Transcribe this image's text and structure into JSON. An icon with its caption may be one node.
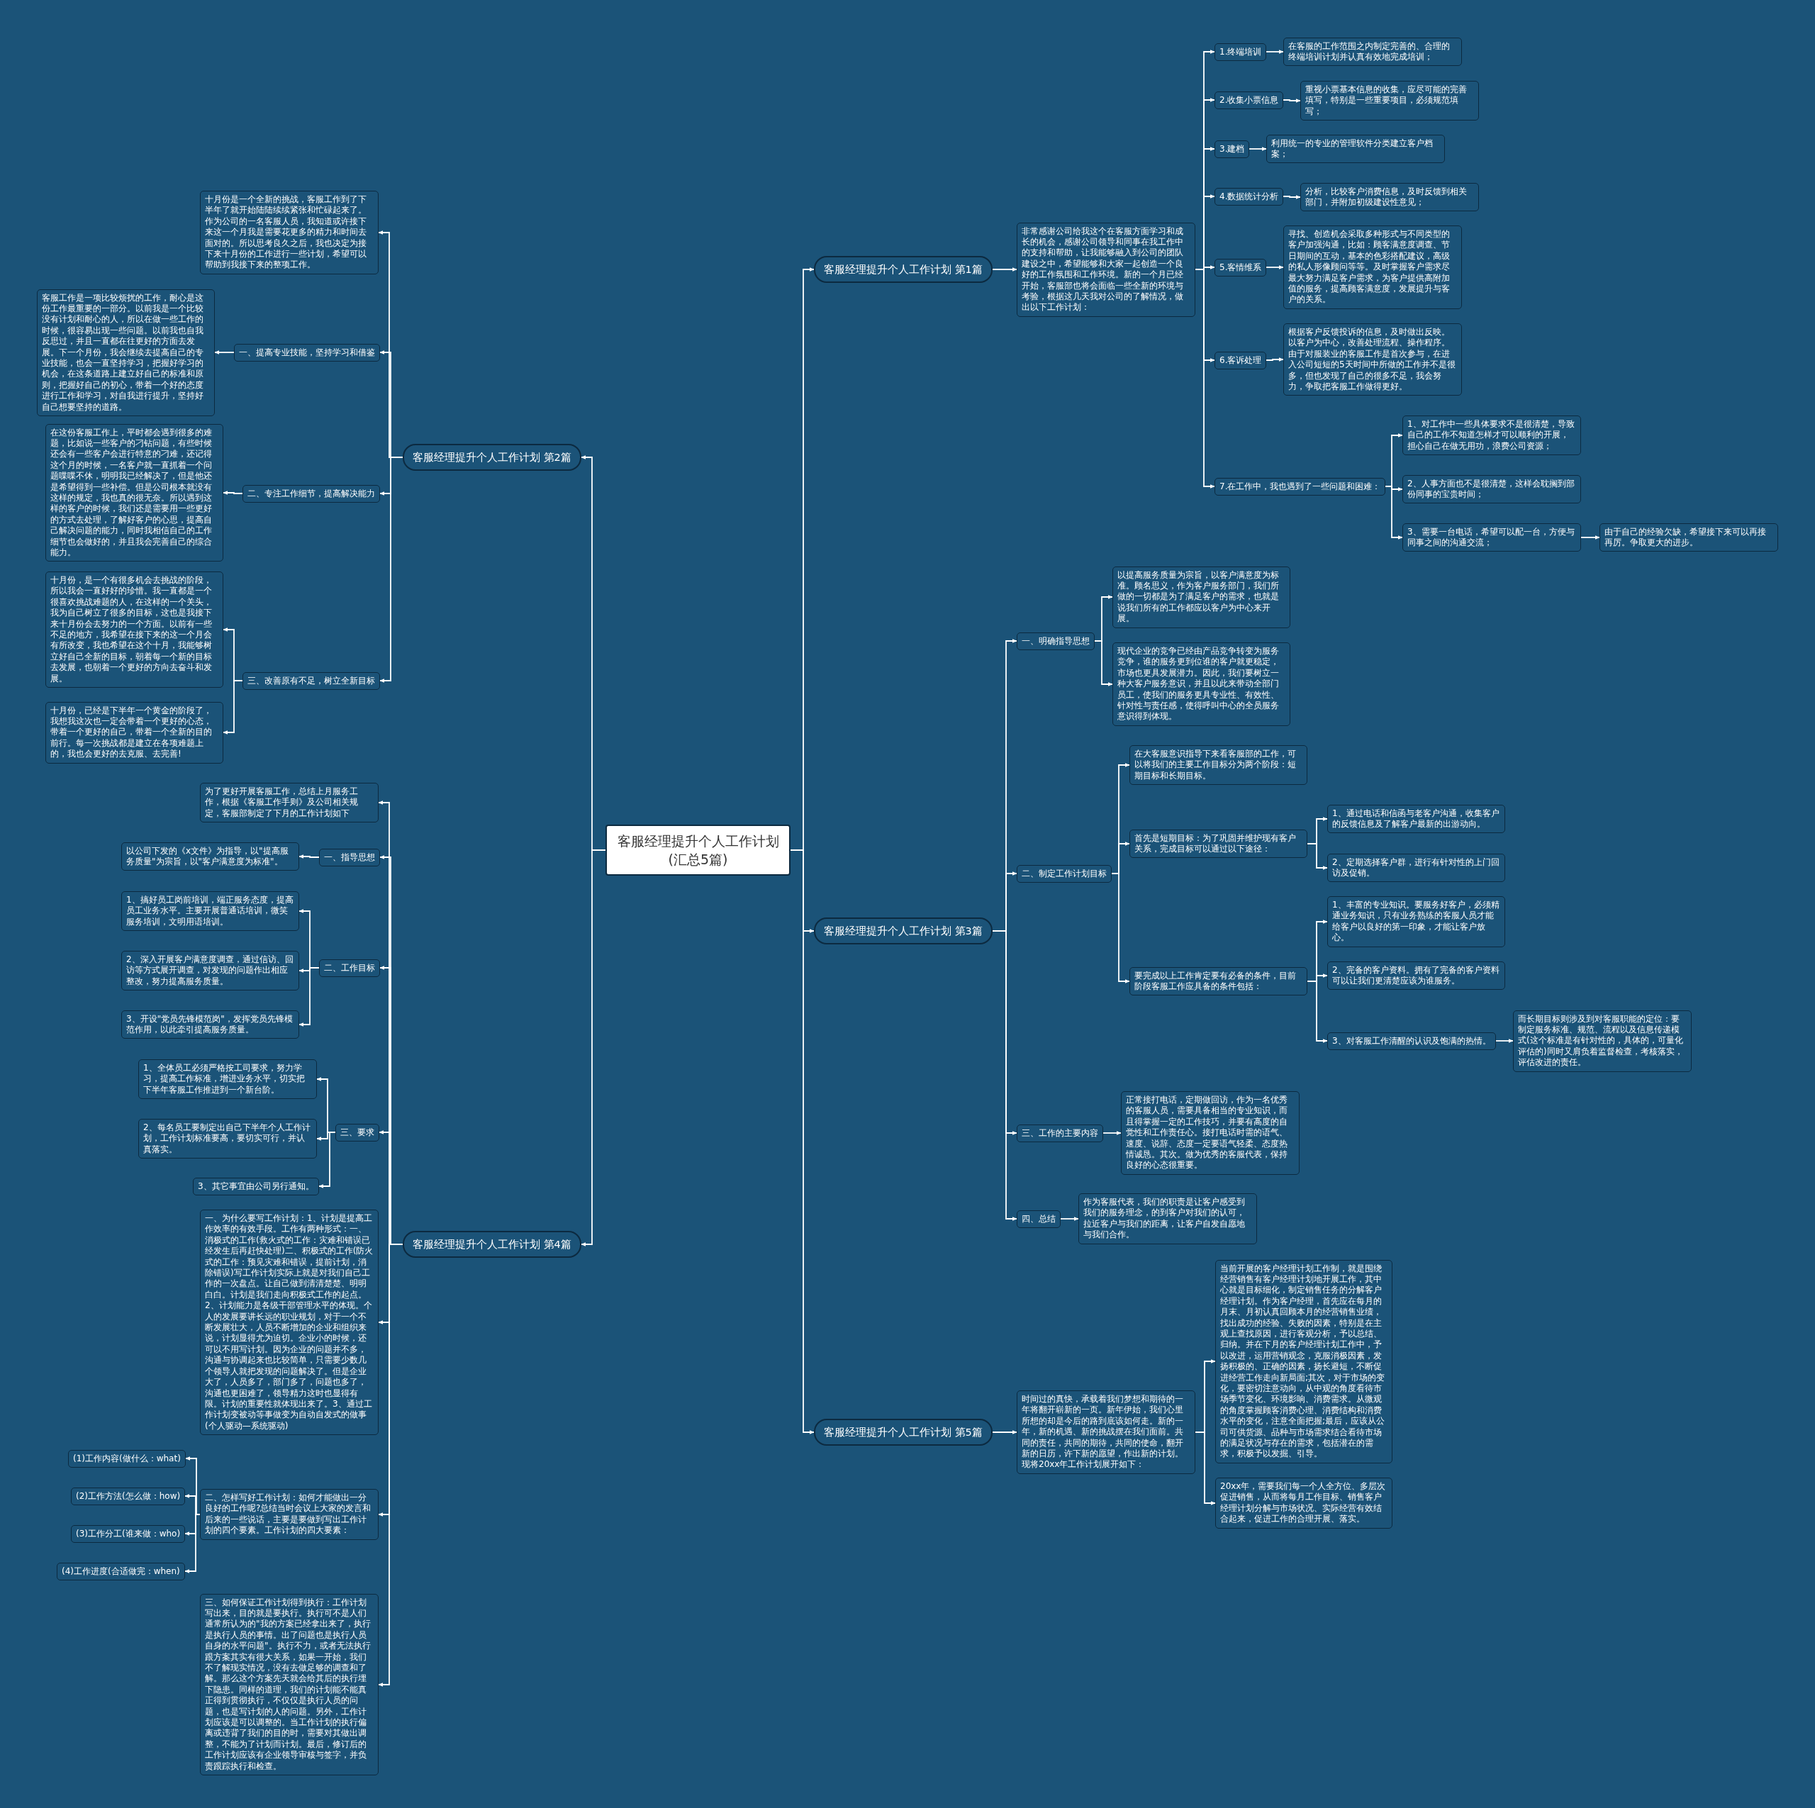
{
  "diagram": {
    "nodes": [
      {
        "text": [
          "客服经理提升个人工作计划(汇总5篇)"
        ]
      },
      {
        "text": [
          "客服经理提升个人工作计划 第1篇"
        ]
      },
      {
        "text": [
          "非常感谢公司给我这个在客服方面学习和成长的机会，感谢公司领导和同事在我工作中的支持和帮助，让我能够融入到公司的团队建设之中，希望能够和大家一起创造一个良好的工作氛围和工作环境。新的一个月已经开始，客服部也将会面临一些全新的环境与考验，根据这几天我对公司的了解情况，做出以下工作计划："
        ]
      },
      {
        "text": [
          "1.终端培训"
        ]
      },
      {
        "text": [
          "在客服的工作范围之内制定完善的、合理的终端培训计划并认真有效地完成培训；"
        ]
      },
      {
        "text": [
          "2.收集小票信息"
        ]
      },
      {
        "text": [
          "重视小票基本信息的收集，应尽可能的完善填写，特别是一些重要项目，必须规范填写；"
        ]
      },
      {
        "text": [
          "3.建档"
        ]
      },
      {
        "text": [
          "利用统一的专业的管理软件分类建立客户档案；"
        ]
      },
      {
        "text": [
          "4.数据统计分析"
        ]
      },
      {
        "text": [
          "分析，比较客户消费信息，及时反馈到相关部门，并附加初级建设性意见；"
        ]
      },
      {
        "text": [
          "5.客情维系"
        ]
      },
      {
        "text": [
          "寻找、创造机会采取多种形式与不同类型的客户加强沟通，比如：顾客满意度调查、节日期间的互动，基本的色彩搭配建议，高级的私人形像顾问等等。及时掌握客户需求尽最大努力满足客户需求，为客户提供高附加值的服务，提高顾客满意度，发展提升与客户的关系。"
        ]
      },
      {
        "text": [
          "6.客诉处理"
        ]
      },
      {
        "text": [
          "根据客户反馈投诉的信息，及时做出反映。以客户为中心，改善处理流程、操作程序。由于对服装业的客服工作是首次参与，在进入公司短短的5天时间中所做的工作并不是很多，但也发现了自己的很多不足，我会努力，争取把客服工作做得更好。"
        ]
      },
      {
        "text": [
          "7.在工作中，我也遇到了一些问题和困难："
        ]
      },
      {
        "text": [
          "1、对工作中一些具体要求不是很清楚，导致自己的工作不知道怎样才可以顺利的开展，担心自己在做无用功，浪费公司资源；"
        ]
      },
      {
        "text": [
          "2、人事方面也不是很清楚，这样会耽搁到部份同事的宝贵时间；"
        ]
      },
      {
        "text": [
          "3、需要一台电话，希望可以配一台，方便与同事之间的沟通交流；"
        ]
      },
      {
        "text": [
          "由于自己的经验欠缺，希望接下来可以再接再厉。争取更大的进步。"
        ]
      },
      {
        "text": [
          "客服经理提升个人工作计划 第2篇"
        ]
      },
      {
        "text": [
          "十月份是一个全新的挑战，客服工作到了下半年了就开始陆陆续续紧张和忙碌起来了。作为公司的一名客服人员，我知道或许接下来这一个月我是需要花更多的精力和时间去面对的。所以思考良久之后，我也决定为接下来十月份的工作进行一些计划，希望可以帮助到我接下来的整项工作。"
        ]
      },
      {
        "text": [
          "一、提高专业技能，坚持学习和借鉴"
        ]
      },
      {
        "text": [
          "客服工作是一项比较烦扰的工作，耐心是这份工作最重要的一部分。以前我是一个比较没有计划和耐心的人，所以在做一些工作的时候，很容易出现一些问题。以前我也自我反思过，并且一直都在往更好的方面去发展。下一个月份，我会继续去提高自己的专业技能，也会一直坚持学习，把握好学习的机会，在这条道路上建立好自己的标准和原则，把握好自己的初心，带着一个好的态度进行工作和学习，对自我进行提升，坚持好自己想要坚持的道路。"
        ]
      },
      {
        "text": [
          "二、专注工作细节，提高解决能力"
        ]
      },
      {
        "text": [
          "在这份客服工作上，平时都会遇到很多的难题，比如说一些客户的刁钻问题，有些时候还会有一些客户会进行特意的刁难，还记得这个月的时候，一名客户就一直抓着一个问题喋喋不休，明明我已经解决了，但是他还是希望得到一些补偿。但是公司根本就没有这样的规定，我也真的很无奈。所以遇到这样的客户的时候，我们还是需要用一些更好的方式去处理，了解好客户的心思，提高自己解决问题的能力，同时我相信自己的工作细节也会做好的，并且我会完善自己的综合能力。"
        ]
      },
      {
        "text": [
          "三、改善原有不足，树立全新目标"
        ]
      },
      {
        "text": [
          "十月份，是一个有很多机会去挑战的阶段，所以我会一直好好的珍惜。我一直都是一个很喜欢挑战难题的人，在这样的一个关头，我为自己树立了很多的目标，这也是我接下来十月份会去努力的一个方面。以前有一些不足的地方，我希望在接下来的这一个月会有所改变，我也希望在这个十月，我能够树立好自己全新的目标，朝着每一个新的目标去发展，也朝着一个更好的方向去奋斗和发展。"
        ]
      },
      {
        "text": [
          "十月份，已经是下半年一个黄金的阶段了，我想我这次也一定会带着一个更好的心态，带着一个更好的自己，带着一个全新的目的前行。每一次挑战都是建立在各项难题上的，我也会更好的去克服、去完善!"
        ]
      },
      {
        "text": [
          "客服经理提升个人工作计划 第3篇"
        ]
      },
      {
        "text": [
          "一、明确指导思想"
        ]
      },
      {
        "text": [
          "以提高服务质量为宗旨，以客户满意度为标准。顾名思义，作为客户服务部门，我们所做的一切都是为了满足客户的需求，也就是说我们所有的工作都应以客户为中心来开展。"
        ]
      },
      {
        "text": [
          "现代企业的竞争已经由产品竞争转变为服务竞争，谁的服务更到位谁的客户就更稳定，市场也更具发展潜力。因此，我们要树立一种大客户服务意识，并且以此来带动全部门员工，使我们的服务更具专业性、有效性、针对性与责任感，使得呼叫中心的全员服务意识得到体现。"
        ]
      },
      {
        "text": [
          "二、制定工作计划目标"
        ]
      },
      {
        "text": [
          "在大客服意识指导下来看客服部的工作，可以将我们的主要工作目标分为两个阶段：短期目标和长期目标。"
        ]
      },
      {
        "text": [
          "首先是短期目标：为了巩固并维护现有客户关系，完成目标可以通过以下途径："
        ]
      },
      {
        "text": [
          "1、通过电话和信函与老客户沟通，收集客户的反馈信息及了解客户最新的出游动向。"
        ]
      },
      {
        "text": [
          "2、定期选择客户群，进行有针对性的上门回访及促销。"
        ]
      },
      {
        "text": [
          "要完成以上工作肯定要有必备的条件，目前阶段客服工作应具备的条件包括："
        ]
      },
      {
        "text": [
          "1、丰富的专业知识。要服务好客户，必须精通业务知识，只有业务熟练的客服人员才能给客户以良好的第一印象，才能让客户放心。"
        ]
      },
      {
        "text": [
          "2、完备的客户资料。拥有了完备的客户资料可以让我们更清楚应该为谁服务。"
        ]
      },
      {
        "text": [
          "3、对客服工作清醒的认识及饱满的热情。"
        ]
      },
      {
        "text": [
          "而长期目标则涉及到对客服职能的定位：要制定服务标准、规范、流程以及信息传递模式(这个标准是有针对性的，具体的，可量化评估的)同时又肩负着监督检查，考核落实，评估改进的责任。"
        ]
      },
      {
        "text": [
          "三、工作的主要内容"
        ]
      },
      {
        "text": [
          "正常接打电话，定期做回访，作为一名优秀的客服人员，需要具备相当的专业知识，而且得掌握一定的工作技巧，并要有高度的自觉性和工作责任心。接打电话时需的语气、速度、说辞、态度一定要语气轻柔、态度热情诚恳。其次。做为优秀的客服代表，保持良好的心态很重要。"
        ]
      },
      {
        "text": [
          "四、总结"
        ]
      },
      {
        "text": [
          "作为客服代表，我们的职责是让客户感受到我们的服务理念，的到客户对我们的认可，拉近客户与我们的距离，让客户自发自愿地与我们合作。"
        ]
      },
      {
        "text": [
          "客服经理提升个人工作计划 第4篇"
        ]
      },
      {
        "text": [
          "为了更好开展客服工作，总结上月服务工作，根据《客服工作手则》及公司相关规定，客服部制定了下月的工作计划如下"
        ]
      },
      {
        "text": [
          "一、指导思想"
        ]
      },
      {
        "text": [
          "以公司下发的《x文件》为指导，以\"提高服务质量\"为宗旨，以\"客户满意度为标准\"。"
        ]
      },
      {
        "text": [
          "二、工作目标"
        ]
      },
      {
        "text": [
          "1、搞好员工岗前培训，端正服务态度，提高员工业务水平。主要开展普通话培训，微笑服务培训，文明用语培训。"
        ]
      },
      {
        "text": [
          "2、深入开展客户满意度调查，通过信访、回访等方式展开调查，对发现的问题作出相应整改，努力提高服务质量。"
        ]
      },
      {
        "text": [
          "3、开设\"党员先锋模范岗\"，发挥党员先锋模范作用，以此牵引提高服务质量。"
        ]
      },
      {
        "text": [
          "三、要求"
        ]
      },
      {
        "text": [
          "1、全体员工必须严格按工司要求，努力学习，提高工作标准，增进业务水平，切实把下半年客服工作推进到一个新台阶。"
        ]
      },
      {
        "text": [
          "2、每名员工要制定出自己下半年个人工作计划，工作计划标准要高，要切实可行，并认真落实。"
        ]
      },
      {
        "text": [
          "3、其它事宜由公司另行通知。"
        ]
      },
      {
        "text": [
          "一、为什么要写工作计划：1、计划是提高工作效率的有效手段。工作有两种形式：一、消极式的工作(救火式的工作：灾难和错误已经发生后再赶快处理)二、积极式的工作(防火式的工作：预见灾难和错误，提前计划，消除错误)写工作计划实际上就是对我们自己工作的一次盘点。让自己做到清清楚楚、明明白白。计划是我们走向积极式工作的起点。2、计划能力是各级干部管理水平的体现。个人的发展要讲长远的职业规划，对于一个不断发展壮大，人员不断增加的企业和组织来说，计划显得尤为迫切。企业小的时候，还可以不用写计划。因为企业的问题并不多，沟通与协调起来也比较简单，只需要少数几个领导人就把发现的问题解决了。但是企业大了，人员多了，部门多了，问题也多了，沟通也更困难了，领导精力这时也显得有限。计划的重要性就体现出来了。3、通过工作计划变被动等事做变为自动自发式的做事(个人驱动—系统驱动)"
        ]
      },
      {
        "text": [
          "二、怎样写好工作计划：如何才能做出一分良好的工作呢?总结当时会议上大家的发言和后来的一些说话，主要是要做到写出工作计划的四个要素。工作计划的四大要素："
        ]
      },
      {
        "text": [
          "(1)工作内容(做什么：what)"
        ]
      },
      {
        "text": [
          "(2)工作方法(怎么做：how)"
        ]
      },
      {
        "text": [
          "(3)工作分工(谁来做：who)"
        ]
      },
      {
        "text": [
          "(4)工作进度(合适做完：when)"
        ]
      },
      {
        "text": [
          "三、如何保证工作计划得到执行：工作计划写出来，目的就是要执行。执行可不是人们通常所认为的\"我的方案已经拿出来了，执行是执行人员的事情。出了问题也是执行人员自身的水平问题\"。执行不力，或者无法执行跟方案其实有很大关系，如果一开始，我们不了解现实情况，没有去做足够的调查和了解。那么这个方案先天就会给其后的执行埋下隐患。同样的道理，我们的计划能不能真正得到贯彻执行，不仅仅是执行人员的问题，也是写计划的人的问题。另外，工作计划应该是可以调整的。当工作计划的执行偏离或违背了我们的目的时，需要对其做出调整，不能为了计划而计划。最后，修订后的工作计划应该有企业领导审核与签字，并负责跟踪执行和检查。"
        ]
      },
      {
        "text": [
          "客服经理提升个人工作计划 第5篇"
        ]
      },
      {
        "text": [
          "时间过的真快，承载着我们梦想和期待的一年将翻开崭新的一页。新年伊始，我们心里所想的却是今后的路到底该如何走。新的一年，新的机遇、新的挑战摆在我们面前。共同的责任，共同的期待，共同的使命，翻开新的日历，许下新的愿望，作出新的计划。现将20xx年工作计划展开如下："
        ]
      },
      {
        "text": [
          "当前开展的客户经理计划工作制，就是围绕经营销售有客户经理计划地开展工作，其中心就是目标细化，制定销售任务的分解客户经理计划。作为客户经理，首先应在每月的月末、月初认真回顾本月的经营销售业绩，找出成功的经验、失败的因素，特别是在主观上查找原因，进行客观分析，予以总结、归纳。并在下月的客户经理计划工作中，予以改进，运用营销观念，克服消极因素，发扬积极的、正确的因素，扬长避短，不断促进经营工作走向新局面;其次，对于市场的变化，要密切注意动向，从中观的角度看待市场季节变化、环境影响、消费需求。从微观的角度掌握顾客消费心理、消费结构和消费水平的变化，注意全面把握;最后，应该从公司可供货源、品种与市场需求结合看待市场的满足状况与存在的需求，包括潜在的需求，积极予以发掘、引导。"
        ]
      },
      {
        "text": [
          "20xx年，需要我们每一个人全方位、多层次促进销售，从而将每月工作目标、销售客户经理计划分解与市场状况、实际经营有效结合起来，促进工作的合理开展、落实。"
        ]
      }
    ],
    "edges": [
      {
        "from": 0,
        "to": 1,
        "arrow": "to"
      },
      {
        "from": 0,
        "to": 20,
        "arrow": "to"
      },
      {
        "from": 0,
        "to": 29,
        "arrow": "to"
      },
      {
        "from": 0,
        "to": 47,
        "arrow": "to"
      },
      {
        "from": 0,
        "to": 66,
        "arrow": "to"
      },
      {
        "from": 1,
        "to": 2,
        "arrow": "to"
      },
      {
        "from": 2,
        "to": 3,
        "arrow": "to"
      },
      {
        "from": 2,
        "to": 5,
        "arrow": "to"
      },
      {
        "from": 2,
        "to": 7,
        "arrow": "to"
      },
      {
        "from": 2,
        "to": 9,
        "arrow": "to"
      },
      {
        "from": 2,
        "to": 11,
        "arrow": "to"
      },
      {
        "from": 2,
        "to": 13,
        "arrow": "to"
      },
      {
        "from": 2,
        "to": 15,
        "arrow": "to"
      },
      {
        "from": 3,
        "to": 4,
        "arrow": "to"
      },
      {
        "from": 5,
        "to": 6,
        "arrow": "to"
      },
      {
        "from": 7,
        "to": 8,
        "arrow": "to"
      },
      {
        "from": 9,
        "to": 10,
        "arrow": "to"
      },
      {
        "from": 11,
        "to": 12,
        "arrow": "to"
      },
      {
        "from": 13,
        "to": 14,
        "arrow": "to"
      },
      {
        "from": 15,
        "to": 16,
        "arrow": "to"
      },
      {
        "from": 15,
        "to": 17,
        "arrow": "to"
      },
      {
        "from": 15,
        "to": 18,
        "arrow": "to"
      },
      {
        "from": 18,
        "to": 19,
        "arrow": "to"
      },
      {
        "from": 20,
        "to": 21,
        "arrow": "to"
      },
      {
        "from": 20,
        "to": 22,
        "arrow": "to"
      },
      {
        "from": 20,
        "to": 24,
        "arrow": "to"
      },
      {
        "from": 20,
        "to": 26,
        "arrow": "to"
      },
      {
        "from": 22,
        "to": 23,
        "arrow": "to"
      },
      {
        "from": 24,
        "to": 25,
        "arrow": "to"
      },
      {
        "from": 26,
        "to": 27,
        "arrow": "to"
      },
      {
        "from": 26,
        "to": 28,
        "arrow": "to"
      },
      {
        "from": 29,
        "to": 30,
        "arrow": "to"
      },
      {
        "from": 29,
        "to": 33,
        "arrow": "to"
      },
      {
        "from": 29,
        "to": 43,
        "arrow": "to"
      },
      {
        "from": 29,
        "to": 45,
        "arrow": "to"
      },
      {
        "from": 30,
        "to": 31,
        "arrow": "to"
      },
      {
        "from": 30,
        "to": 32,
        "arrow": "to"
      },
      {
        "from": 33,
        "to": 34,
        "arrow": "to"
      },
      {
        "from": 33,
        "to": 35,
        "arrow": "to"
      },
      {
        "from": 33,
        "to": 38,
        "arrow": "to"
      },
      {
        "from": 35,
        "to": 36,
        "arrow": "to"
      },
      {
        "from": 35,
        "to": 37,
        "arrow": "to"
      },
      {
        "from": 38,
        "to": 39,
        "arrow": "to"
      },
      {
        "from": 38,
        "to": 40,
        "arrow": "to"
      },
      {
        "from": 38,
        "to": 41,
        "arrow": "to"
      },
      {
        "from": 41,
        "to": 42,
        "arrow": "to"
      },
      {
        "from": 43,
        "to": 44,
        "arrow": "to"
      },
      {
        "from": 45,
        "to": 46,
        "arrow": "to"
      },
      {
        "from": 47,
        "to": 48,
        "arrow": "to"
      },
      {
        "from": 47,
        "to": 49,
        "arrow": "to"
      },
      {
        "from": 47,
        "to": 51,
        "arrow": "to"
      },
      {
        "from": 47,
        "to": 55,
        "arrow": "to"
      },
      {
        "from": 47,
        "to": 59,
        "arrow": "to"
      },
      {
        "from": 47,
        "to": 60,
        "arrow": "to"
      },
      {
        "from": 47,
        "to": 65,
        "arrow": "to"
      },
      {
        "from": 49,
        "to": 50,
        "arrow": "to"
      },
      {
        "from": 51,
        "to": 52,
        "arrow": "to"
      },
      {
        "from": 51,
        "to": 53,
        "arrow": "to"
      },
      {
        "from": 51,
        "to": 54,
        "arrow": "to"
      },
      {
        "from": 55,
        "to": 56,
        "arrow": "to"
      },
      {
        "from": 55,
        "to": 57,
        "arrow": "to"
      },
      {
        "from": 55,
        "to": 58,
        "arrow": "to"
      },
      {
        "from": 60,
        "to": 61,
        "arrow": "to"
      },
      {
        "from": 60,
        "to": 62,
        "arrow": "to"
      },
      {
        "from": 60,
        "to": 63,
        "arrow": "to"
      },
      {
        "from": 60,
        "to": 64,
        "arrow": "to"
      },
      {
        "from": 66,
        "to": 67,
        "arrow": "to"
      },
      {
        "from": 67,
        "to": 68,
        "arrow": "to"
      },
      {
        "from": 67,
        "to": 69,
        "arrow": "to"
      }
    ]
  }
}
